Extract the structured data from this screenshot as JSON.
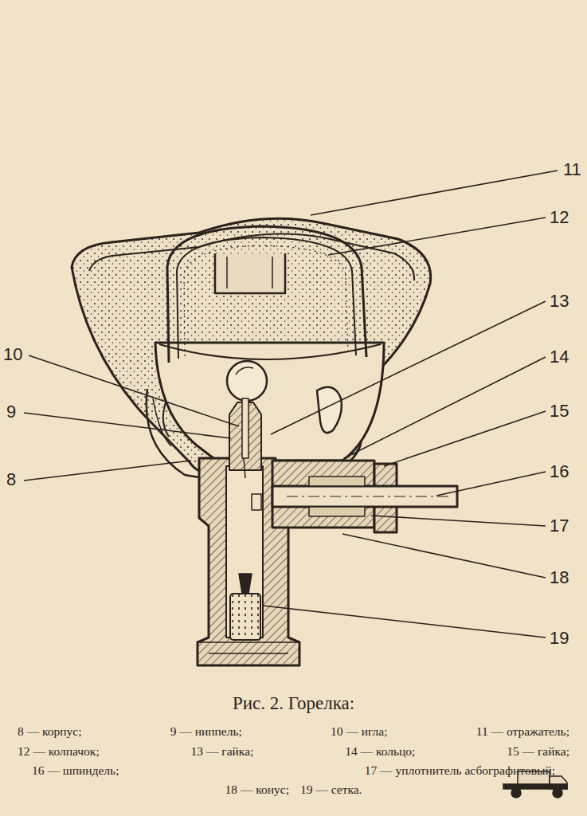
{
  "diagram": {
    "caption": "Рис. 2. Горелка:",
    "labels": [
      "11",
      "12",
      "13",
      "10",
      "14",
      "9",
      "15",
      "16",
      "17",
      "8",
      "18",
      "19",
      "8 — корпус;",
      "9 — ниппель;",
      "10 — игла;",
      "11 — отражатель;",
      "12 — колпачок;",
      "13 — гайка;",
      "14 — кольцо;",
      "15 — гайка;",
      "16 — шпиндель;",
      "17 — уплотнитель асбографитовый;",
      "18 — конус;",
      "19 — сетка."
    ]
  }
}
